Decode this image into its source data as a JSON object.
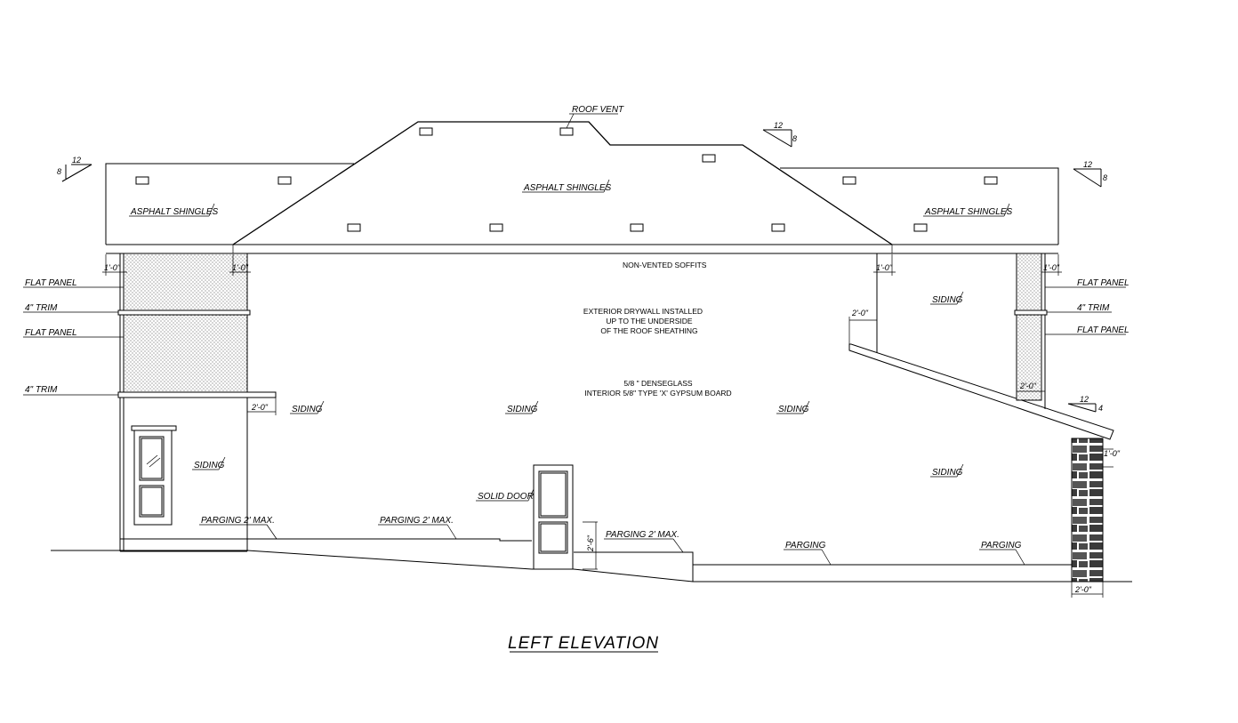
{
  "title": "LEFT ELEVATION",
  "labels": {
    "roof_vent": "ROOF VENT",
    "asphalt_left": "ASPHALT SHINGLES",
    "asphalt_center": "ASPHALT SHINGLES",
    "asphalt_right": "ASPHALT SHINGLES",
    "non_vented_soffits": "NON-VENTED SOFFITS",
    "note_drywall_1": "EXTERIOR DRYWALL INSTALLED",
    "note_drywall_2": "UP TO THE UNDERSIDE",
    "note_drywall_3": "OF THE ROOF SHEATHING",
    "note_dense_1": "5/8 \" DENSEGLASS",
    "note_dense_2": "INTERIOR 5/8\" TYPE 'X' GYPSUM BOARD",
    "flat_panel_l1": "FLAT PANEL",
    "trim_l1": "4\" TRIM",
    "flat_panel_l2": "FLAT PANEL",
    "trim_l2": "4\" TRIM",
    "flat_panel_r1": "FLAT PANEL",
    "trim_r1": "4\" TRIM",
    "flat_panel_r2": "FLAT PANEL",
    "siding_1": "SIDING",
    "siding_2": "SIDING",
    "siding_3": "SIDING",
    "siding_4": "SIDING",
    "siding_5": "SIDING",
    "siding_6": "SIDING",
    "solid_door": "SOLID DOOR",
    "parging_1": "PARGING 2' MAX.",
    "parging_2": "PARGING 2' MAX.",
    "parging_3": "PARGING 2' MAX.",
    "parging_4": "PARGING",
    "parging_5": "PARGING"
  },
  "dimensions": {
    "d_1_0_a": "1'-0\"",
    "d_1_0_b": "1'-0\"",
    "d_1_0_c": "1'-0\"",
    "d_1_0_d": "1'-0\"",
    "d_1_0_e": "1'-0\"",
    "d_2_0_a": "2'-0\"",
    "d_2_0_b": "2'-0\"",
    "d_2_0_c": "2'-0\"",
    "d_2_0_d": "2'-0\"",
    "d_2_6": "2'-6\""
  },
  "slopes": {
    "left": {
      "run": "12",
      "rise": "8"
    },
    "center": {
      "run": "12",
      "rise": "8"
    },
    "right": {
      "run": "12",
      "rise": "8"
    },
    "canopy": {
      "run": "12",
      "rise": "4"
    }
  }
}
